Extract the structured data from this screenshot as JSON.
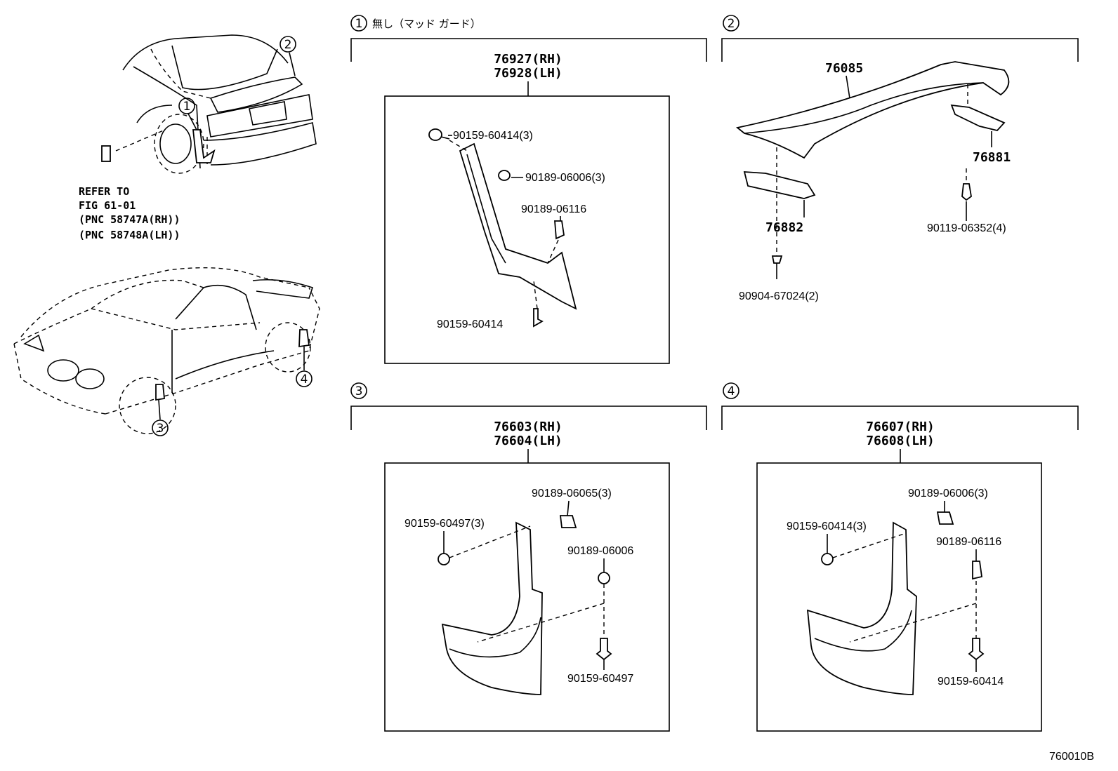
{
  "overview": {
    "refer_lines": [
      "REFER TO",
      "FIG 61-01",
      "(PNC 58747A(RH))",
      "(PNC 58748A(LH))"
    ],
    "callouts": [
      "1",
      "2",
      "3",
      "4"
    ]
  },
  "sections": [
    {
      "number": "1",
      "title": "無し（マッド ガード）",
      "part_numbers": [
        "76927(RH)",
        "76928(LH)"
      ],
      "parts": [
        "90159-60414(3)",
        "90189-06006(3)",
        "90189-06116",
        "90159-60414"
      ]
    },
    {
      "number": "2",
      "part_numbers": [
        "76085"
      ],
      "parts": [
        "76881",
        "76882",
        "90119-06352(4)",
        "90904-67024(2)"
      ]
    },
    {
      "number": "3",
      "part_numbers": [
        "76603(RH)",
        "76604(LH)"
      ],
      "parts": [
        "90189-06065(3)",
        "90159-60497(3)",
        "90189-06006",
        "90159-60497"
      ]
    },
    {
      "number": "4",
      "part_numbers": [
        "76607(RH)",
        "76608(LH)"
      ],
      "parts": [
        "90189-06006(3)",
        "90159-60414(3)",
        "90189-06116",
        "90159-60414"
      ]
    }
  ],
  "figure_code": "760010B"
}
